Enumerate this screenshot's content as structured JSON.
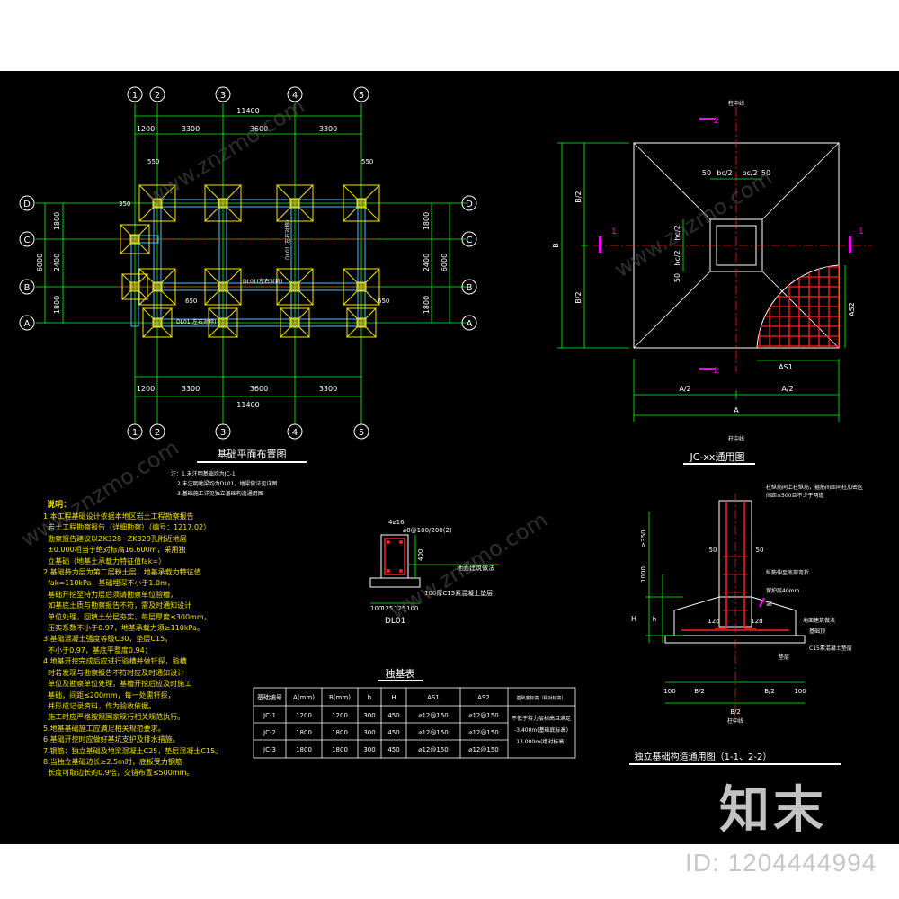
{
  "plan": {
    "title": "基础平面布置图",
    "axes_top": [
      "1",
      "2",
      "3",
      "4",
      "5"
    ],
    "axes_side": [
      "D",
      "C",
      "B",
      "A"
    ],
    "dims_top": [
      "1200",
      "3300",
      "3600",
      "3300"
    ],
    "dim_total": "11400",
    "dims_left": [
      "1800",
      "2400",
      "1800"
    ],
    "dim_left_total": "6000",
    "small_dims": [
      "550",
      "550",
      "650",
      "350",
      "650"
    ],
    "beam_labels": [
      "DL01(左右对称)",
      "DL01(左右对称)",
      "DL01(左右对称)"
    ],
    "footing_label": "JC-1",
    "plan_notes": [
      "注：1.未注明基础均为JC-1",
      "2.未注明地梁均为DL01，地梁做法见详图",
      "3.基础施工详见独立基础构造通用图"
    ]
  },
  "jc_plan": {
    "title": "JC-xx通用图",
    "labels": [
      "A/2",
      "A/2",
      "A",
      "B/2",
      "B/2",
      "B",
      "bc/2",
      "bc/2",
      "hc/2",
      "hc/2",
      "50",
      "50",
      "50",
      "AS1",
      "AS2",
      "柱中线",
      "柱中线"
    ],
    "section_marks": [
      "1",
      "1",
      "2",
      "2"
    ]
  },
  "dl01": {
    "title": "DL01",
    "labels": [
      "4⌀16",
      "⌀8@100/200(2)",
      "400",
      "100厚C15素混凝土垫层",
      "100",
      "125",
      "125",
      "100",
      "地面建筑做法"
    ]
  },
  "table": {
    "title": "独基表",
    "headers": [
      "基础编号",
      "A(mm)",
      "B(mm)",
      "h",
      "H",
      "AS1",
      "AS2",
      "基础底标高（相对标高）"
    ],
    "rows": [
      [
        "JC-1",
        "1200",
        "1200",
        "300",
        "450",
        "⌀12@150",
        "⌀12@150"
      ],
      [
        "JC-2",
        "1800",
        "1800",
        "300",
        "450",
        "⌀12@150",
        "⌀12@150"
      ],
      [
        "JC-3",
        "1800",
        "1800",
        "300",
        "450",
        "⌀12@150",
        "⌀12@150"
      ]
    ],
    "elev_note": [
      "不低于持力层标高且满足",
      "-3.400m(基础底标高)",
      "13.000m(绝对标高)"
    ]
  },
  "section": {
    "title": "独立基础构造通用图（1-1、2-2）",
    "labels": [
      "≥350",
      "1000",
      "50",
      "50",
      "H",
      "h",
      "12d",
      "12d",
      "100",
      "B/2",
      "B/2",
      "100",
      "B/2",
      "柱中线",
      "C15素混凝土垫层",
      "基础顶",
      "地面建筑做法",
      "垫层",
      "柱纵筋同上柱纵筋，箍筋间距同柱加密区",
      "间距≤500且不少于两道",
      "纵筋伸至底部弯折",
      "保护层40mm",
      "≥l"
    ]
  },
  "notes": {
    "heading": "说明：",
    "lines": [
      "1.本工程基础设计依据本地区岩土工程勘察报告",
      "  岩土工程勘察报告（详细勘察）（编号：1217.02）",
      "  勘察报告建议以ZK328~ZK329孔附近地层",
      "  ±0.000相当于绝对标高16.600m，采用独",
      "  立基础（地基土承载力特征值fak=）",
      "2.基础持力层为第二层粉土层，地基承载力特征值",
      "  fak=110kPa，基础埋深不小于1.0m，",
      "  基础开挖至持力层后须请勘察单位验槽，",
      "  如基底土质与勘察报告不符，需及时通知设计",
      "  单位处理，回填土分层夯实，每层厚度≤300mm，",
      "  压实系数不小于0.97，地基承载力须≥110kPa。",
      "3.基础混凝土强度等级C30，垫层C15，",
      "  不小于0.97，基底平整度0.94；",
      "4.地基开挖完成后应进行验槽并做钎探，验槽",
      "  时若发现与勘察报告不符时应及时通知设计",
      "  单位及勘察单位处理，基槽开挖后应及时施工",
      "  基础，间距≤200mm，每一处需钎探，",
      "  并形成记录资料，作为验收依据。",
      "  施工时应严格按照国家现行相关规范执行。",
      "5.地基基础施工应满足相关规范要求。",
      "6.基础开挖时应做好基坑支护及排水措施。",
      "7.钢筋：独立基础及地梁混凝土C25，垫层混凝土C15。",
      "8.当独立基础边长≥2.5m时，底板受力钢筋",
      "  长度可取边长的0.9倍，交错布置≤500mm。"
    ]
  },
  "watermark": {
    "logo": "知末",
    "id": "ID: 1204444994",
    "site": "www.znzmo.com"
  },
  "colors": {
    "background": "#000000",
    "grid_axis": "#00ff00",
    "dimension": "#00ff00",
    "footing": "#f5e200",
    "beam": "#58b8ff",
    "center_line": "#ff2020",
    "outline": "#ffffff",
    "rebar": "#ff2020",
    "text_yellow": "#f2e200",
    "accent_magenta": "#ff00ff"
  }
}
